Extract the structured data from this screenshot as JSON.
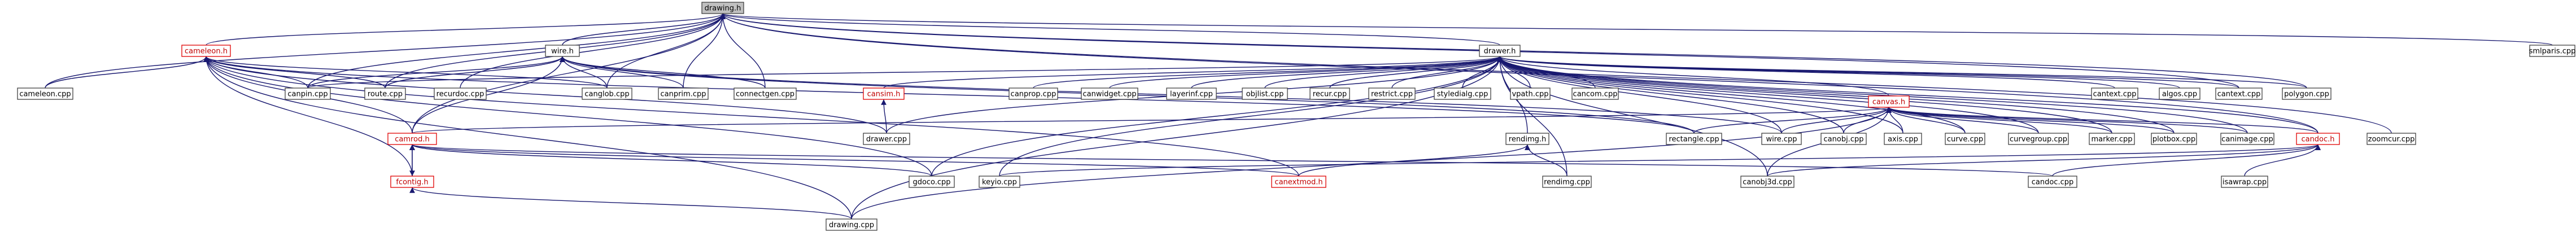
{
  "diagram": {
    "kind": "include-dependency-graph",
    "colors": {
      "edge": "#191970",
      "node_border": "#404040",
      "highlight_border": "#e00000",
      "root_fill": "#c0c0c0"
    },
    "nodes": [
      {
        "id": "drawing_h",
        "label": "drawing.h",
        "style": "root"
      },
      {
        "id": "cameleon_h",
        "label": "cameleon.h",
        "style": "red"
      },
      {
        "id": "wire_h",
        "label": "wire.h",
        "style": "plain"
      },
      {
        "id": "drawer_h",
        "label": "drawer.h",
        "style": "plain"
      },
      {
        "id": "smlparis_cpp",
        "label": "smlparis.cpp",
        "style": "plain"
      },
      {
        "id": "cameleon_cpp",
        "label": "cameleon.cpp",
        "style": "plain"
      },
      {
        "id": "canpin_cpp",
        "label": "canpin.cpp",
        "style": "plain"
      },
      {
        "id": "route_cpp",
        "label": "route.cpp",
        "style": "plain"
      },
      {
        "id": "recurdoc_cpp",
        "label": "recurdoc.cpp",
        "style": "plain"
      },
      {
        "id": "canglob_cpp",
        "label": "canglob.cpp",
        "style": "plain"
      },
      {
        "id": "canprim_cpp",
        "label": "canprim.cpp",
        "style": "plain"
      },
      {
        "id": "connectgen_cpp",
        "label": "connectgen.cpp",
        "style": "plain"
      },
      {
        "id": "cansim_h",
        "label": "cansim.h",
        "style": "red"
      },
      {
        "id": "canprop_cpp",
        "label": "canprop.cpp",
        "style": "plain"
      },
      {
        "id": "canwidget_cpp",
        "label": "canwidget.cpp",
        "style": "plain"
      },
      {
        "id": "layerinf_cpp",
        "label": "layerinf.cpp",
        "style": "plain"
      },
      {
        "id": "objlist_cpp",
        "label": "objlist.cpp",
        "style": "plain"
      },
      {
        "id": "recur_cpp",
        "label": "recur.cpp",
        "style": "plain"
      },
      {
        "id": "restrict_cpp",
        "label": "restrict.cpp",
        "style": "plain"
      },
      {
        "id": "styledialg_cpp",
        "label": "styledialg.cpp",
        "style": "plain"
      },
      {
        "id": "vpath_cpp",
        "label": "vpath.cpp",
        "style": "plain"
      },
      {
        "id": "cancom_cpp",
        "label": "cancom.cpp",
        "style": "plain"
      },
      {
        "id": "cantext_cpp",
        "label": "cantext.cpp",
        "style": "plain"
      },
      {
        "id": "algos_cpp",
        "label": "algos.cpp",
        "style": "plain"
      },
      {
        "id": "cantext2_cpp",
        "label": "cantext.cpp",
        "style": "plain"
      },
      {
        "id": "polygon_cpp",
        "label": "polygon.cpp",
        "style": "plain"
      },
      {
        "id": "canvas_h",
        "label": "canvas.h",
        "style": "red"
      },
      {
        "id": "camrod_h",
        "label": "camrod.h",
        "style": "red"
      },
      {
        "id": "rendimg_h",
        "label": "rendimg.h",
        "style": "plain"
      },
      {
        "id": "drawer_cpp",
        "label": "drawer.cpp",
        "style": "plain"
      },
      {
        "id": "rectangle_cpp",
        "label": "rectangle.cpp",
        "style": "plain"
      },
      {
        "id": "wire_cpp",
        "label": "wire.cpp",
        "style": "plain"
      },
      {
        "id": "canobj_cpp",
        "label": "canobj.cpp",
        "style": "plain"
      },
      {
        "id": "axis_cpp",
        "label": "axis.cpp",
        "style": "plain"
      },
      {
        "id": "curve_cpp",
        "label": "curve.cpp",
        "style": "plain"
      },
      {
        "id": "curvegroup_cpp",
        "label": "curvegroup.cpp",
        "style": "plain"
      },
      {
        "id": "marker_cpp",
        "label": "marker.cpp",
        "style": "plain"
      },
      {
        "id": "plotbox_cpp",
        "label": "plotbox.cpp",
        "style": "plain"
      },
      {
        "id": "canimage_cpp",
        "label": "canimage.cpp",
        "style": "plain"
      },
      {
        "id": "candoc_h",
        "label": "candoc.h",
        "style": "red"
      },
      {
        "id": "zoomcur_cpp",
        "label": "zoomcur.cpp",
        "style": "plain"
      },
      {
        "id": "fcontig_h",
        "label": "fcontig.h",
        "style": "red"
      },
      {
        "id": "canextmod_h",
        "label": "canextmod.h",
        "style": "red"
      },
      {
        "id": "gdoco_cpp",
        "label": "gdoco.cpp",
        "style": "plain"
      },
      {
        "id": "keyio_cpp",
        "label": "keyio.cpp",
        "style": "plain"
      },
      {
        "id": "rendimg_cpp",
        "label": "rendimg.cpp",
        "style": "plain"
      },
      {
        "id": "canobj3d_cpp",
        "label": "canobj3d.cpp",
        "style": "plain"
      },
      {
        "id": "candoc_cpp",
        "label": "candoc.cpp",
        "style": "plain"
      },
      {
        "id": "isawrap_cpp",
        "label": "isawrap.cpp",
        "style": "plain"
      },
      {
        "id": "drawing_cpp",
        "label": "drawing.cpp",
        "style": "plain"
      }
    ],
    "edges": [
      [
        "cameleon_h",
        "drawing_h"
      ],
      [
        "wire_h",
        "drawing_h"
      ],
      [
        "drawer_h",
        "drawing_h"
      ],
      [
        "smlparis_cpp",
        "drawing_h"
      ],
      [
        "cameleon_cpp",
        "drawing_h"
      ],
      [
        "canpin_cpp",
        "drawing_h"
      ],
      [
        "route_cpp",
        "drawing_h"
      ],
      [
        "recurdoc_cpp",
        "drawing_h"
      ],
      [
        "canglob_cpp",
        "drawing_h"
      ],
      [
        "canprim_cpp",
        "drawing_h"
      ],
      [
        "connectgen_cpp",
        "drawing_h"
      ],
      [
        "cantext2_cpp",
        "drawing_h"
      ],
      [
        "polygon_cpp",
        "drawing_h"
      ],
      [
        "candoc_h",
        "drawing_h"
      ],
      [
        "zoomcur_cpp",
        "drawing_h"
      ],
      [
        "camrod_h",
        "drawing_h"
      ],
      [
        "cameleon_cpp",
        "cameleon_h"
      ],
      [
        "canpin_cpp",
        "cameleon_h"
      ],
      [
        "route_cpp",
        "cameleon_h"
      ],
      [
        "canglob_cpp",
        "cameleon_h"
      ],
      [
        "camrod_h",
        "cameleon_h"
      ],
      [
        "fcontig_h",
        "cameleon_h"
      ],
      [
        "drawing_cpp",
        "cameleon_h"
      ],
      [
        "gdoco_cpp",
        "cameleon_h"
      ],
      [
        "canextmod_h",
        "cameleon_h"
      ],
      [
        "rectangle_cpp",
        "cameleon_h"
      ],
      [
        "drawer_cpp",
        "cameleon_h"
      ],
      [
        "canpin_cpp",
        "wire_h"
      ],
      [
        "route_cpp",
        "wire_h"
      ],
      [
        "canglob_cpp",
        "wire_h"
      ],
      [
        "canprim_cpp",
        "wire_h"
      ],
      [
        "connectgen_cpp",
        "wire_h"
      ],
      [
        "wire_cpp",
        "wire_h"
      ],
      [
        "rectangle_cpp",
        "wire_h"
      ],
      [
        "camrod_h",
        "wire_h"
      ],
      [
        "canpin_cpp",
        "drawer_h"
      ],
      [
        "cansim_h",
        "drawer_h"
      ],
      [
        "canprop_cpp",
        "drawer_h"
      ],
      [
        "canwidget_cpp",
        "drawer_h"
      ],
      [
        "layerinf_cpp",
        "drawer_h"
      ],
      [
        "objlist_cpp",
        "drawer_h"
      ],
      [
        "recur_cpp",
        "drawer_h"
      ],
      [
        "restrict_cpp",
        "drawer_h"
      ],
      [
        "styledialg_cpp",
        "drawer_h"
      ],
      [
        "vpath_cpp",
        "drawer_h"
      ],
      [
        "cancom_cpp",
        "drawer_h"
      ],
      [
        "cantext_cpp",
        "drawer_h"
      ],
      [
        "algos_cpp",
        "drawer_h"
      ],
      [
        "cantext2_cpp",
        "drawer_h"
      ],
      [
        "polygon_cpp",
        "drawer_h"
      ],
      [
        "canvas_h",
        "drawer_h"
      ],
      [
        "rendimg_h",
        "drawer_h"
      ],
      [
        "drawer_cpp",
        "drawer_h"
      ],
      [
        "wire_cpp",
        "drawer_h"
      ],
      [
        "canobj_cpp",
        "drawer_h"
      ],
      [
        "axis_cpp",
        "drawer_h"
      ],
      [
        "curve_cpp",
        "drawer_h"
      ],
      [
        "curvegroup_cpp",
        "drawer_h"
      ],
      [
        "marker_cpp",
        "drawer_h"
      ],
      [
        "plotbox_cpp",
        "drawer_h"
      ],
      [
        "canimage_cpp",
        "drawer_h"
      ],
      [
        "candoc_h",
        "drawer_h"
      ],
      [
        "gdoco_cpp",
        "drawer_h"
      ],
      [
        "keyio_cpp",
        "drawer_h"
      ],
      [
        "canobj3d_cpp",
        "drawer_h"
      ],
      [
        "drawing_cpp",
        "drawer_h"
      ],
      [
        "rendimg_cpp",
        "drawer_h"
      ],
      [
        "drawer_cpp",
        "cansim_h"
      ],
      [
        "camrod_h",
        "canvas_h"
      ],
      [
        "rectangle_cpp",
        "canvas_h"
      ],
      [
        "wire_cpp",
        "canvas_h"
      ],
      [
        "canobj_cpp",
        "canvas_h"
      ],
      [
        "axis_cpp",
        "canvas_h"
      ],
      [
        "curve_cpp",
        "canvas_h"
      ],
      [
        "curvegroup_cpp",
        "canvas_h"
      ],
      [
        "marker_cpp",
        "canvas_h"
      ],
      [
        "plotbox_cpp",
        "canvas_h"
      ],
      [
        "canimage_cpp",
        "canvas_h"
      ],
      [
        "candoc_h",
        "canvas_h"
      ],
      [
        "canobj3d_cpp",
        "canvas_h"
      ],
      [
        "drawing_cpp",
        "canvas_h"
      ],
      [
        "fcontig_h",
        "camrod_h"
      ],
      [
        "gdoco_cpp",
        "camrod_h"
      ],
      [
        "canextmod_h",
        "camrod_h"
      ],
      [
        "candoc_cpp",
        "camrod_h"
      ],
      [
        "camrod_h",
        "fcontig_h"
      ],
      [
        "drawing_cpp",
        "fcontig_h"
      ],
      [
        "canextmod_h",
        "rendimg_h"
      ],
      [
        "rendimg_cpp",
        "rendimg_h"
      ],
      [
        "canobj3d_cpp",
        "candoc_h"
      ],
      [
        "candoc_cpp",
        "candoc_h"
      ],
      [
        "isawrap_cpp",
        "candoc_h"
      ],
      [
        "keyio_cpp",
        "candoc_h"
      ]
    ]
  }
}
